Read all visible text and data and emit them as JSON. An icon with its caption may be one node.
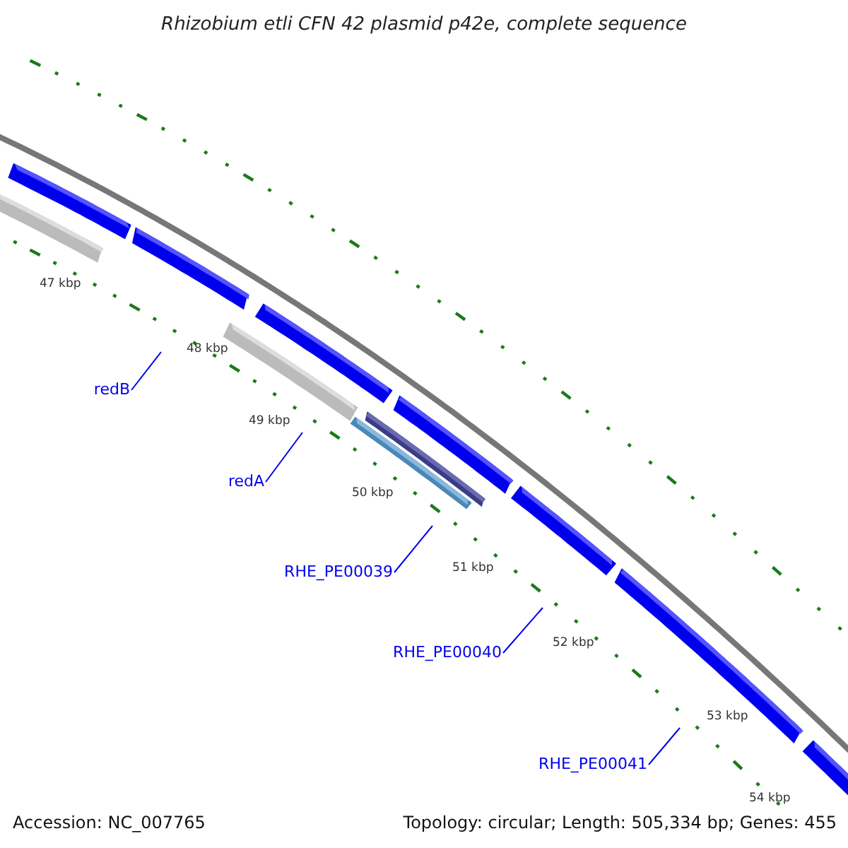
{
  "diagram": {
    "title": "Rhizobium etli CFN 42 plasmid p42e, complete sequence",
    "nodes": [
      {
        "text": [
          "redB"
        ]
      },
      {
        "text": [
          "redA"
        ]
      },
      {
        "text": [
          "RHE_PE00039"
        ]
      },
      {
        "text": [
          "RHE_PE00040"
        ]
      },
      {
        "text": [
          "RHE_PE00041"
        ]
      }
    ],
    "edges": [
      {
        "from": 0,
        "to": null,
        "arrow": "none"
      },
      {
        "from": 1,
        "to": null,
        "arrow": "none"
      },
      {
        "from": 2,
        "to": null,
        "arrow": "none"
      },
      {
        "from": 3,
        "to": null,
        "arrow": "none"
      },
      {
        "from": 4,
        "to": null,
        "arrow": "none"
      }
    ],
    "labels": [
      "47 kbp",
      "48 kbp",
      "49 kbp",
      "50 kbp",
      "51 kbp",
      "52 kbp",
      "53 kbp",
      "54 kbp",
      "Accession: NC_007765",
      "Topology: circular; Length: 505,334 bp; Genes: 455"
    ]
  }
}
